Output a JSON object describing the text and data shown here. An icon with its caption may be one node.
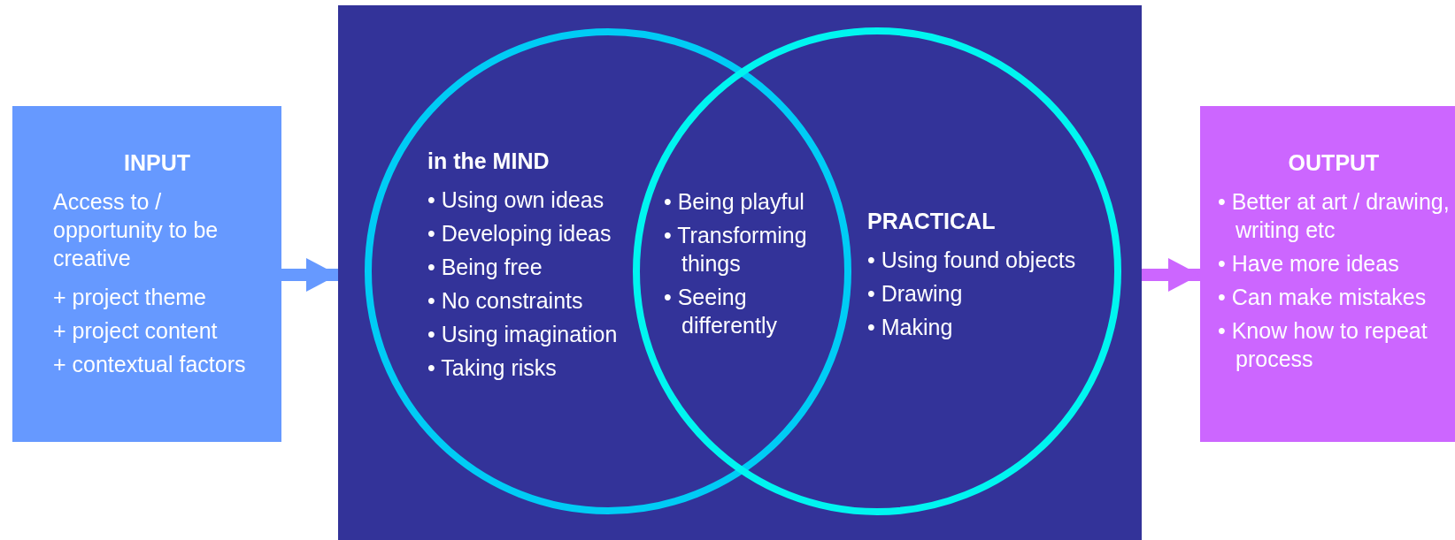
{
  "diagram": {
    "nodes": [
      {
        "text": [
          "INPUT",
          "Access to / opportunity to be creative",
          "+ project theme",
          "+ project content",
          "+ contextual factors"
        ]
      },
      {
        "text": [],
        "shape": "box"
      },
      {
        "text": [
          "in the MIND",
          "• Using own ideas",
          "• Developing ideas",
          "• Being free",
          "• No constraints",
          "• Using imagination",
          "• Taking risks"
        ],
        "in": 1
      },
      {
        "text": [
          "PRACTICAL",
          "• Using found objects",
          "• Drawing",
          "• Making"
        ],
        "in": 1
      },
      {
        "text": [
          "OUTPUT",
          "• Better at art / drawing, writing etc",
          "• Have more ideas",
          "• Can make mistakes",
          "• Know how to repeat process"
        ]
      }
    ],
    "edges": [
      {
        "from": 0,
        "to": 1,
        "arrow": "to",
        "color": "#6699ff"
      },
      {
        "from": 1,
        "to": 4,
        "arrow": "to",
        "color": "#cc66ff"
      }
    ],
    "labels": [
      "• Being playful",
      "• Transforming things",
      "• Seeing differently"
    ]
  }
}
